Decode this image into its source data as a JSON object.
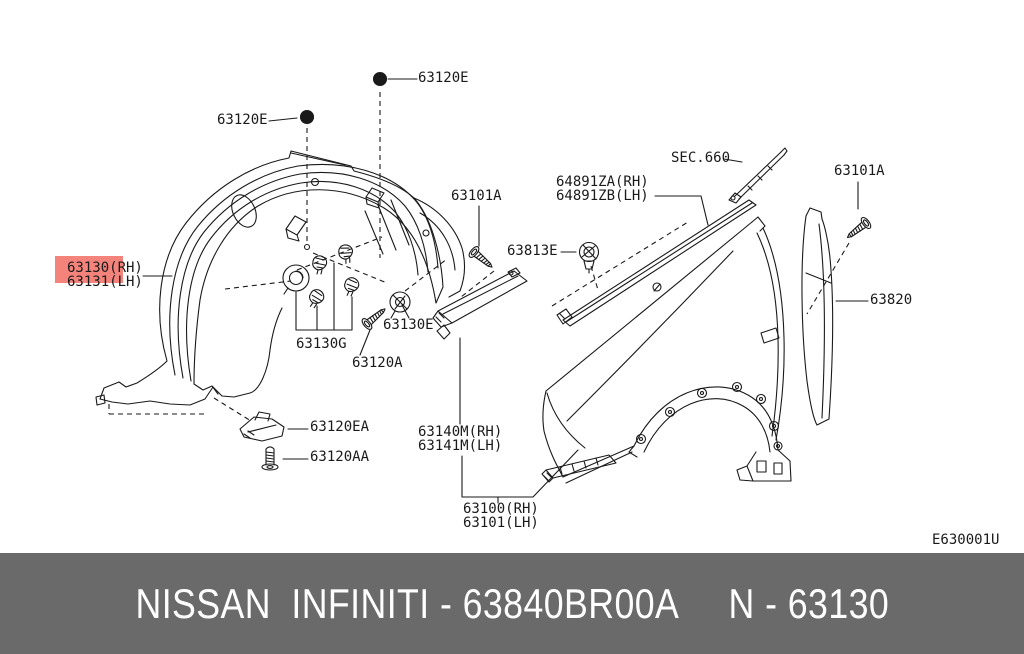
{
  "footer": {
    "brand": "NISSAN",
    "part_line": "INFINITI - 63840BR00A",
    "ref": "N - 63130",
    "bg": "#6a6a6a",
    "text_color": "#ffffff"
  },
  "diagram": {
    "code": "E630001U",
    "highlight_color": "#f3837b",
    "line_color": "#1a1a1a",
    "labels": [
      {
        "id": "63120e-top",
        "text": "63120E"
      },
      {
        "id": "63120e-left",
        "text": "63120E"
      },
      {
        "id": "63101a-mid",
        "text": "63101A"
      },
      {
        "id": "64891z",
        "text": "64891ZA(RH)\n64891ZB(LH)"
      },
      {
        "id": "sec660",
        "text": "SEC.660"
      },
      {
        "id": "63101a-right",
        "text": "63101A"
      },
      {
        "id": "63813e",
        "text": "63813E"
      },
      {
        "id": "63130-63131",
        "text": "63130(RH)\n63131(LH)",
        "highlighted": true
      },
      {
        "id": "63820",
        "text": "63820"
      },
      {
        "id": "63130e",
        "text": "63130E"
      },
      {
        "id": "63130g",
        "text": "63130G"
      },
      {
        "id": "63120a",
        "text": "63120A"
      },
      {
        "id": "63120ea",
        "text": "63120EA"
      },
      {
        "id": "63120aa",
        "text": "63120AA"
      },
      {
        "id": "63140m-63141m",
        "text": "63140M(RH)\n63141M(LH)"
      },
      {
        "id": "63100-63101",
        "text": "63100(RH)\n63101(LH)"
      },
      {
        "id": "drawing-code",
        "text": "E630001U"
      }
    ]
  }
}
